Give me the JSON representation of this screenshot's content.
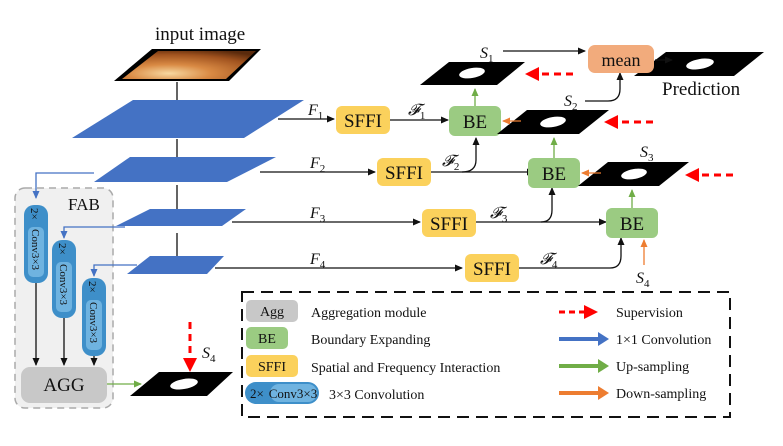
{
  "input": {
    "label": "input image"
  },
  "features": {
    "F1": {
      "base": "F",
      "sub": "1"
    },
    "F2": {
      "base": "F",
      "sub": "2"
    },
    "F3": {
      "base": "F",
      "sub": "3"
    },
    "F4": {
      "base": "F",
      "sub": "4"
    },
    "cF1": {
      "base": "𝓕",
      "sub": "1"
    },
    "cF2": {
      "base": "𝓕",
      "sub": "2"
    },
    "cF3": {
      "base": "𝓕",
      "sub": "3"
    },
    "cF4": {
      "base": "𝓕",
      "sub": "4"
    }
  },
  "outputs": {
    "S1": {
      "base": "S",
      "sub": "1"
    },
    "S2": {
      "base": "S",
      "sub": "2"
    },
    "S3": {
      "base": "S",
      "sub": "3"
    },
    "S4": {
      "base": "S",
      "sub": "4"
    },
    "S4b": {
      "base": "S",
      "sub": "4"
    }
  },
  "modules": {
    "sffi": "SFFI",
    "be": "BE",
    "mean": "mean",
    "agg": "AGG",
    "fab": "FAB",
    "conv_prefix": "2×",
    "conv_label": "Conv3×3",
    "prediction": "Prediction"
  },
  "legend": {
    "items": [
      {
        "badge": "Agg",
        "text": "Aggregation module",
        "color": "#c8c8c8"
      },
      {
        "badge": "BE",
        "text": "Boundary Expanding",
        "color": "#9bcb82"
      },
      {
        "badge": "SFFI",
        "text": "Spatial and Frequency Interaction",
        "color": "#fbd15c"
      },
      {
        "badge_prefix": "2×",
        "badge": "Conv3×3",
        "text": "3×3 Convolution",
        "color": "#3e8fc9"
      }
    ],
    "arrows": [
      {
        "text": "Supervision",
        "color": "#ff0000",
        "style": "dashed"
      },
      {
        "text": "1×1 Convolution",
        "color": "#4472c4",
        "style": "solid"
      },
      {
        "text": "Up-sampling",
        "color": "#70ad47",
        "style": "solid"
      },
      {
        "text": "Down-sampling",
        "color": "#ed7d31",
        "style": "solid"
      }
    ]
  },
  "colors": {
    "layer_blue": "#4472c4",
    "sffi_yellow": "#fbd15c",
    "be_green": "#9bcb82",
    "mean_orange": "#f2ab7c",
    "agg_gray": "#c8c8c8",
    "conv_blue": "#3e8fc9",
    "supervision_red": "#ff0000",
    "upsample_green": "#70ad47",
    "downsample_orange": "#ed7d31",
    "fab_bg": "#f0f0f0"
  }
}
